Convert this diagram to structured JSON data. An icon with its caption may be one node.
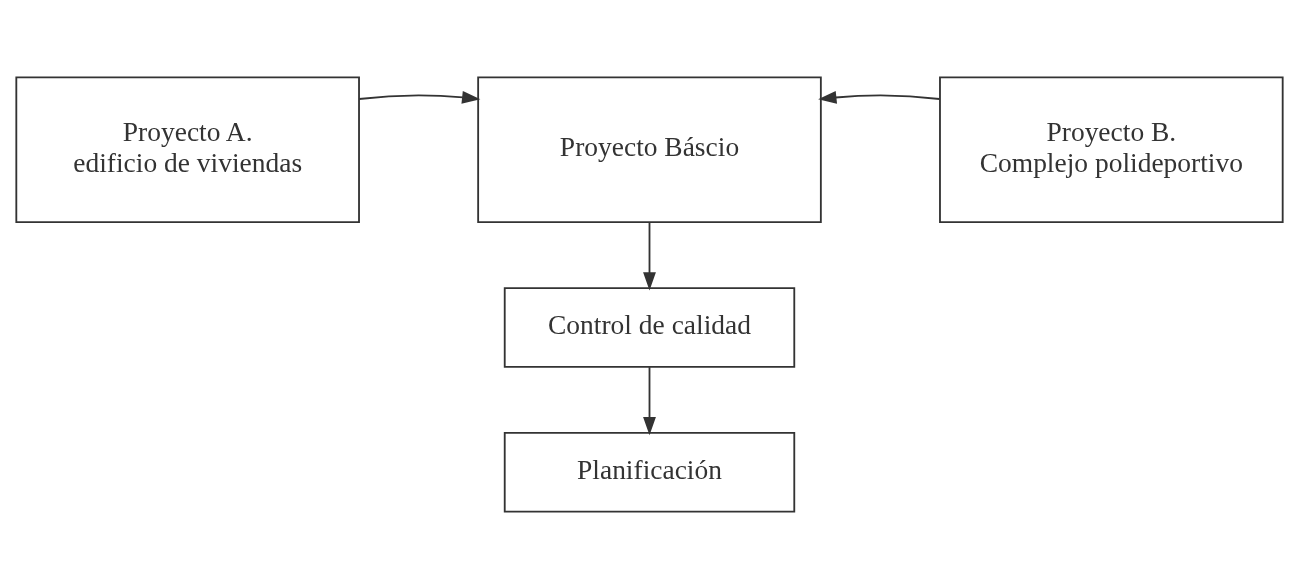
{
  "diagram": {
    "nodes": [
      {
        "text": [
          "Proyecto A.",
          "edificio de viviendas"
        ]
      },
      {
        "text": [
          "Proyecto Báscio"
        ]
      },
      {
        "text": [
          "Proyecto B.",
          "Complejo polideportivo"
        ]
      },
      {
        "text": [
          "Control de calidad"
        ]
      },
      {
        "text": [
          "Planificación"
        ]
      }
    ],
    "edges": [
      {
        "from": 0,
        "to": 1,
        "arrow": "to"
      },
      {
        "from": 2,
        "to": 1,
        "arrow": "to"
      },
      {
        "from": 1,
        "to": 3,
        "arrow": "to"
      },
      {
        "from": 3,
        "to": 4,
        "arrow": "to"
      }
    ]
  }
}
